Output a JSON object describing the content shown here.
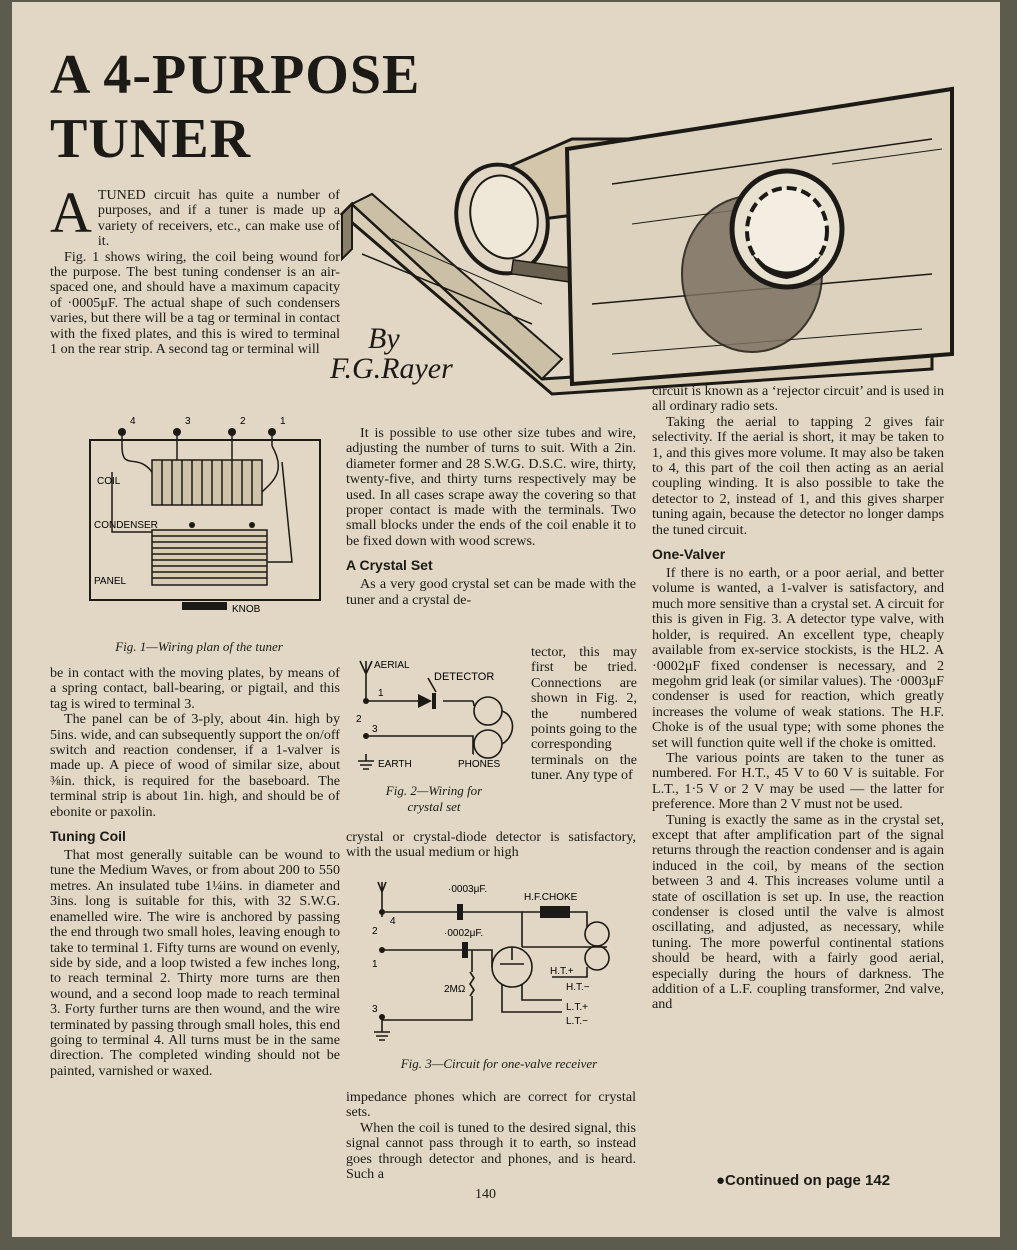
{
  "title": {
    "line1": "A  4-PURPOSE",
    "line2": "TUNER"
  },
  "byline": {
    "by": "By",
    "author": "F.G.Rayer"
  },
  "col1": {
    "dropcap": "A",
    "intro": "TUNED circuit has quite a number of purposes, and if a tuner is made up a variety of receivers, etc., can make use of it.",
    "p1": "Fig. 1 shows wiring, the coil being wound for the purpose. The best tuning condenser is an air-spaced one, and should have a maximum capacity of ·0005μF. The actual shape of such condensers varies, but there will be a tag or terminal in contact with the fixed plates, and this is wired to terminal 1 on the rear strip. A second tag or terminal will",
    "p2": "be in contact with the moving plates, by means of a spring contact, ball-bearing, or pigtail, and this tag is wired to terminal 3.",
    "p3": "The panel can be of 3-ply, about 4in. high by 5ins. wide, and can subsequently support the on/off switch and reaction condenser, if a 1-valver is made up. A piece of wood of similar size, about ⅜in. thick, is required for the baseboard. The terminal strip is about 1in. high, and should be of ebonite or paxolin.",
    "h_tuning": "Tuning Coil",
    "p4": "That most generally suitable can be wound to tune the Medium Waves, or from about 200 to 550 metres. An insulated tube 1¼ins. in diameter and 3ins. long is suitable for this, with 32 S.W.G. enamelled wire. The wire is anchored by passing the end through two small holes, leaving enough to take to terminal 1. Fifty turns are wound on evenly, side by side, and a loop twisted a few inches long, to reach terminal 2. Thirty more turns are then wound, and a second loop made to reach terminal 3. Forty further turns are then wound, and the wire terminated by passing through small holes, this end going to terminal 4. All turns must be in the same direction. The completed winding should not be painted, varnished or waxed."
  },
  "fig1": {
    "caption": "Fig. 1—Wiring plan of the tuner",
    "coil": "COIL",
    "condenser": "CONDENSER",
    "panel": "PANEL",
    "knob": "KNOB",
    "t1": "1",
    "t2": "2",
    "t3": "3",
    "t4": "4"
  },
  "col2": {
    "p1": "It is possible to use other size tubes and wire, adjusting the number of turns to suit. With a 2in. diameter former and 28 S.W.G. D.S.C. wire, thirty, twenty-five, and thirty turns respectively may be used. In all cases scrape away the covering so that proper contact is made with the terminals. Two small blocks under the ends of the coil enable it to be fixed down with wood screws.",
    "h_crystal": "A Crystal Set",
    "p2a": "As a very good crystal set can be made with the tuner and a crystal de-",
    "p2b": "tector, this may first be tried. Connections are shown in Fig. 2, the numbered points going to the corresponding terminals on the tuner. Any type of",
    "p2c": "crystal or crystal-diode detector is satisfactory, with the usual medium or high",
    "p3": "impedance phones which are correct for crystal sets.",
    "p4": "When the coil is tuned to the desired signal, this signal cannot pass through it to earth, so instead goes through detector and phones, and is heard. Such a"
  },
  "fig2": {
    "caption1": "Fig. 2—Wiring for",
    "caption2": "crystal set",
    "aerial": "AERIAL",
    "detector": "DETECTOR",
    "earth": "EARTH",
    "phones": "PHONES",
    "n1": "1",
    "n2": "2",
    "n3": "3"
  },
  "fig3": {
    "caption": "Fig. 3—Circuit for one-valve receiver",
    "c1": "·0003μF.",
    "choke": "H.F.CHOKE",
    "c2": "·0002μF.",
    "res": "2MΩ",
    "htp": "H.T.+",
    "htm": "H.T.−",
    "ltp": "L.T.+",
    "ltm": "L.T.−",
    "n1": "1",
    "n2": "2",
    "n3": "3",
    "n4": "4"
  },
  "col3": {
    "p1": "circuit is known as a ‘rejector circuit’ and is used in all ordinary radio sets.",
    "p2": "Taking the aerial to tapping 2 gives fair selectivity. If the aerial is short, it may be taken to 1, and this gives more volume. It may also be taken to 4, this part of the coil then acting as an aerial coupling winding. It is also possible to take the detector to 2, instead of 1, and this gives sharper tuning again, because the detector no longer damps the tuned circuit.",
    "h_one": "One-Valver",
    "p3": "If there is no earth, or a poor aerial, and better volume is wanted, a 1-valver is satisfactory, and much more sensitive than a crystal set. A circuit for this is given in Fig. 3. A detector type valve, with holder, is required. An excellent type, cheaply available from ex-service stockists, is the HL2. A ·0002μF fixed condenser is necessary, and 2 megohm grid leak (or similar values). The ·0003μF condenser is used for reaction, which greatly increases the volume of weak stations. The H.F. Choke is of the usual type; with some phones the set will function quite well if the choke is omitted.",
    "p4": "The various points are taken to the tuner as numbered. For H.T., 45 V to 60 V is suitable. For L.T., 1·5 V or 2 V may be used — the latter for preference. More than 2 V must not be used.",
    "p5": "Tuning is exactly the same as in the crystal set, except that after amplification part of the signal returns through the reaction condenser and is again induced in the coil, by means of the section between 3 and 4. This increases volume until a state of oscillation is set up. In use, the reaction condenser is closed until the valve is almost oscillating, and adjusted, as necessary, while tuning. The more powerful continental stations should be heard, with a fairly good aerial, especially during the hours of darkness. The addition of a L.F. coupling transformer, 2nd valve, and"
  },
  "footer": {
    "continued": "●Continued on page 142",
    "page_number": "140"
  }
}
